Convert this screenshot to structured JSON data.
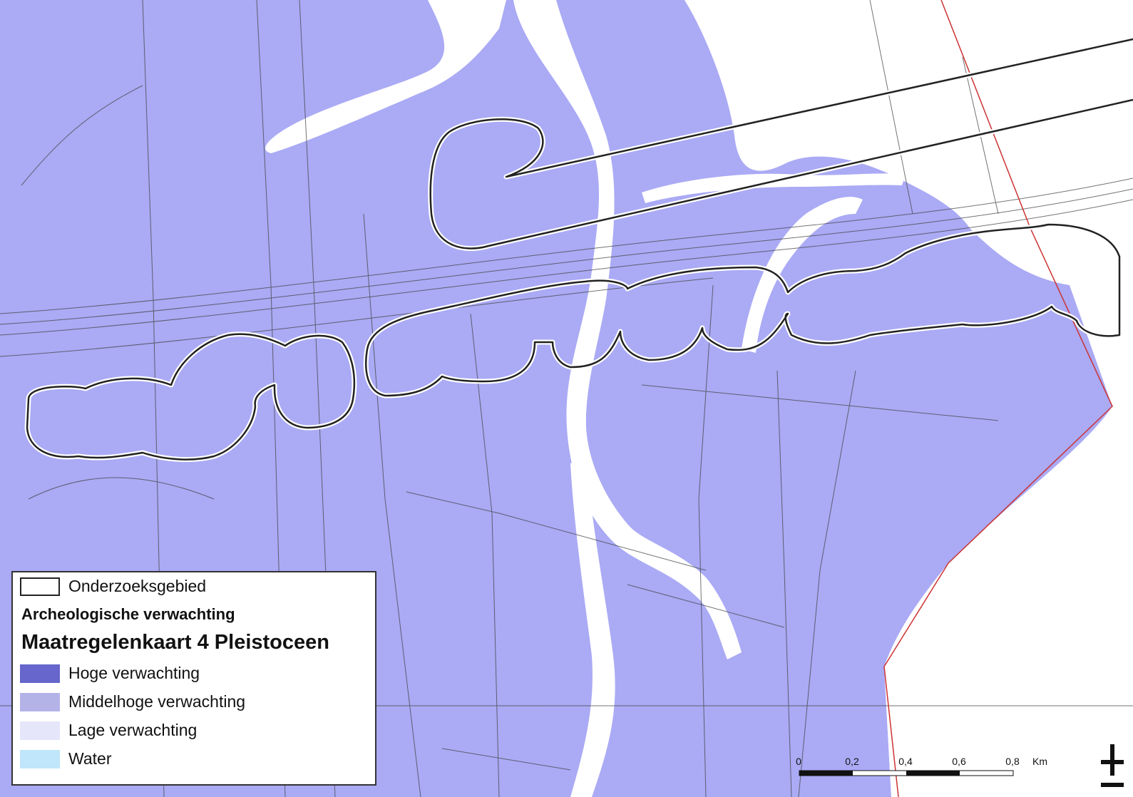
{
  "legend": {
    "study_area": "Onderzoeksgebied",
    "category_heading": "Archeologische verwachting",
    "map_title": "Maatregelenkaart 4 Pleistoceen",
    "classes": [
      {
        "label": "Hoge verwachting",
        "color": "#6666cc"
      },
      {
        "label": "Middelhoge verwachting",
        "color": "#b3b3e8"
      },
      {
        "label": "Lage verwachting",
        "color": "#e6e6fa"
      },
      {
        "label": "Water",
        "color": "#bfe6fa"
      }
    ]
  },
  "map_colors": {
    "expectation_fill": "#aaaaf5",
    "background": "#ffffff",
    "municipal_boundary": "#cc3333",
    "study_outline": "#222222"
  },
  "scalebar": {
    "ticks": [
      "0",
      "0,2",
      "0,4",
      "0,6",
      "0,8"
    ],
    "unit": "Km"
  },
  "icons": {
    "north_arrow": "north-arrow-icon"
  }
}
